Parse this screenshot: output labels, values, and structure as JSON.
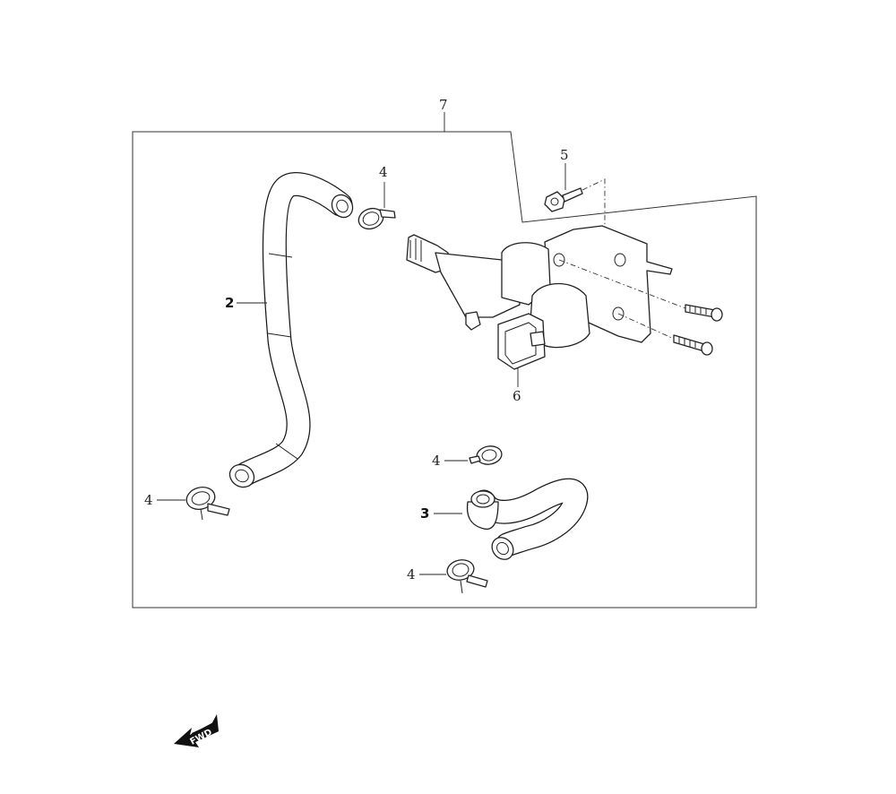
{
  "callouts": {
    "assembly": "7",
    "hose_long": "2",
    "hose_short": "3",
    "clamp": "4",
    "bolt": "5",
    "valve": "6"
  },
  "fwd_label": "FWD",
  "colors": {
    "line": "#222222",
    "fwd_arrow": "#111111",
    "background": "#ffffff"
  },
  "icons": {
    "fwd": "forward-direction-arrow-icon"
  }
}
